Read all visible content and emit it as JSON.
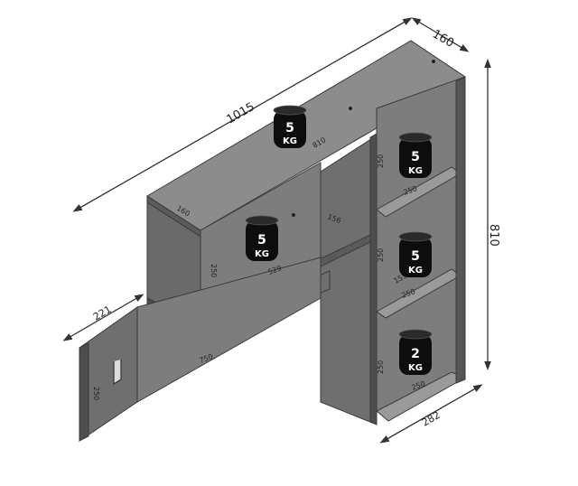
{
  "dimensions": {
    "total_width": "1015",
    "depth": "160",
    "total_height": "810",
    "top_shelf_length": "810",
    "left_box_depth": "160",
    "left_box_inner_width": "529",
    "left_box_inner_width2": "156",
    "left_box_height": "250",
    "right_col_h1": "250",
    "right_col_h2": "250",
    "right_col_h3": "250",
    "right_col_w1": "250",
    "right_col_w2": "250",
    "right_col_w3": "250",
    "right_col_small": "155",
    "right_col_base": "282",
    "hook_panel_depth": "221",
    "hook_panel_length": "750",
    "hook_panel_height": "250"
  },
  "weights": [
    {
      "value": "5",
      "unit": "KG"
    },
    {
      "value": "5",
      "unit": "KG"
    },
    {
      "value": "5",
      "unit": "KG"
    },
    {
      "value": "5",
      "unit": "KG"
    },
    {
      "value": "2",
      "unit": "KG"
    }
  ],
  "colors": {
    "panel_front": "#6f6f6f",
    "panel_top": "#8c8c8c",
    "panel_side": "#5a5a5a",
    "inner": "#7d7d7d",
    "weight_bg": "#0d0d0d"
  }
}
